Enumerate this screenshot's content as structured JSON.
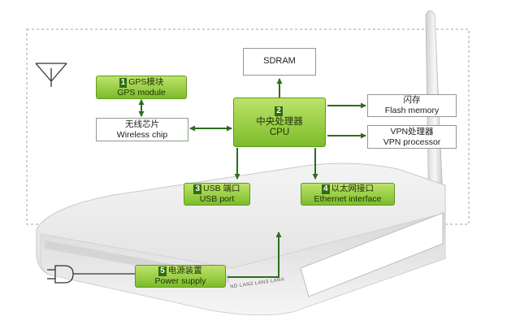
{
  "components": {
    "sdram": "SDRAM",
    "gps": {
      "number": "1",
      "cn": "GPS模块",
      "en": "GPS module"
    },
    "wireless": {
      "cn": "无线芯片",
      "en": "Wireless chip"
    },
    "cpu": {
      "number": "2",
      "cn": "中央处理器",
      "en": "CPU"
    },
    "flash": {
      "cn": "闪存",
      "en": "Flash memory"
    },
    "vpn": {
      "cn": "VPN处理器",
      "en": "VPN processor"
    },
    "usb": {
      "number": "3",
      "cn": "USB 端口",
      "en": "USB port"
    },
    "ethernet": {
      "number": "4",
      "cn": "以太网接口",
      "en": "Ethernet interface"
    },
    "power": {
      "number": "5",
      "cn": "电源装置",
      "en": "Power supply"
    }
  },
  "router_front": {
    "led_labels": "ND  LAN2  LAN3  LAN4"
  },
  "colors": {
    "accent_green": "#7cbc2a",
    "number_badge": "#2f6d12",
    "arrow": "#2e6d1b",
    "router_body": "#ececec"
  },
  "icons": [
    "antenna-icon",
    "power-plug-icon"
  ]
}
